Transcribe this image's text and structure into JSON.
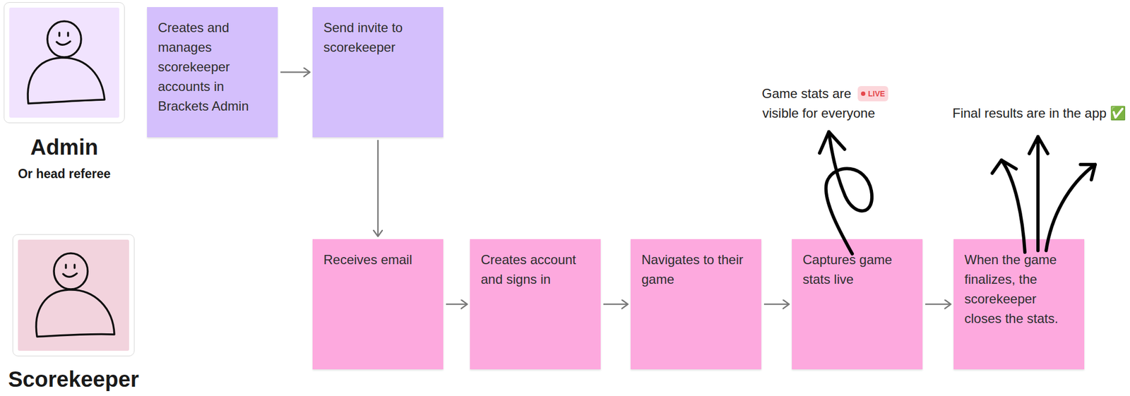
{
  "diagram": {
    "nodes": [
      {
        "text": [
          "Admin",
          "Or head referee"
        ]
      },
      {
        "text": [
          "Creates and manages scorekeeper accounts in Brackets Admin"
        ]
      },
      {
        "text": [
          "Send invite to scorekeeper"
        ]
      },
      {
        "text": [
          "Scorekeeper"
        ]
      },
      {
        "text": [
          "Receives email"
        ]
      },
      {
        "text": [
          "Creates account and signs in"
        ]
      },
      {
        "text": [
          "Navigates to their game"
        ]
      },
      {
        "text": [
          "Captures game stats live"
        ]
      },
      {
        "text": [
          "When the game finalizes, the scorekeeper closes the stats."
        ]
      }
    ],
    "edges": [
      {
        "from": 1,
        "to": 2,
        "arrow": "to"
      },
      {
        "from": 2,
        "to": 4,
        "arrow": "to"
      },
      {
        "from": 4,
        "to": 5,
        "arrow": "to"
      },
      {
        "from": 5,
        "to": 6,
        "arrow": "to"
      },
      {
        "from": 6,
        "to": 7,
        "arrow": "to"
      },
      {
        "from": 7,
        "to": 8,
        "arrow": "to"
      }
    ],
    "labels": [
      "Game stats are",
      "LIVE",
      "visible for everyone",
      "Final results are in the app ✅"
    ]
  }
}
